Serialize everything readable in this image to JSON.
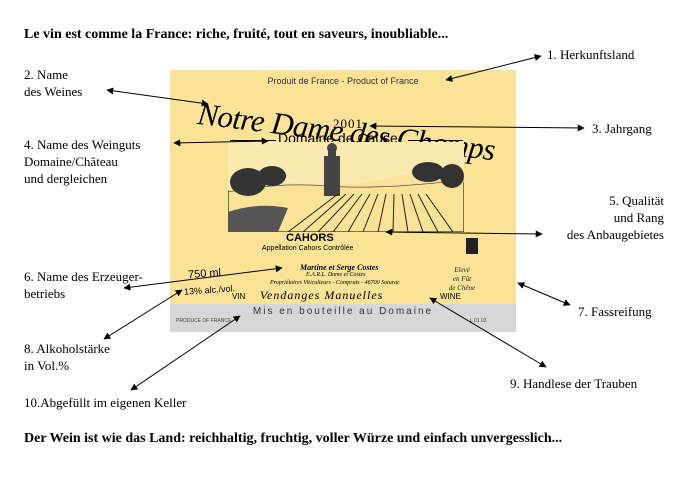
{
  "headline_top": "Le vin est comme la France: riche, fruité, tout en saveurs, inoubliable...",
  "headline_bottom": "Der Wein ist wie das Land: reichhaltig, fruchtig, voller Würze und einfach unvergesslich...",
  "callouts": {
    "c1": "1. Herkunftsland",
    "c2": "2. Name\ndes Weines",
    "c3": "3. Jahrgang",
    "c4": "4. Name des Weinguts\nDomaine/Château\nund dergleichen",
    "c5": "5. Qualität\nund Rang\ndes Anbaugebietes",
    "c6": "6. Name des Erzeuger-\nbetriebs",
    "c7": "7. Fassreifung",
    "c8": "8. Alkoholstärke\nin Vol.%",
    "c9": "9. Handlese der Trauben",
    "c10": "10.Abgefüllt im eigenen Keller"
  },
  "label": {
    "origin": "Produit de France - Product of France",
    "wine_name": "Notre Dame des Champs",
    "vintage": "2001",
    "domain": "Domaine de Cause",
    "appellation": "CAHORS",
    "appellation_sub": "Appellation Cahors Contrôlée",
    "volume": "750 ml",
    "abv": "13% alc./vol.",
    "producer": "Martine et Serge Costes",
    "producer_sub": "E.A.R.L. Dame et Costes",
    "producer_addr": "Propriétaires Viticulteurs - Comprats - 46700 Soturac",
    "vin": "VIN",
    "vendanges": "Vendanges Manuelles",
    "wine_word": "WINE",
    "oak": "Elevé\nen Fût\nde Chêne",
    "estate_bottled": "Mis en bouteille au Domaine",
    "tiny_left": "PRODUCE OF FRANCE",
    "tiny_right": "L 01 03"
  }
}
